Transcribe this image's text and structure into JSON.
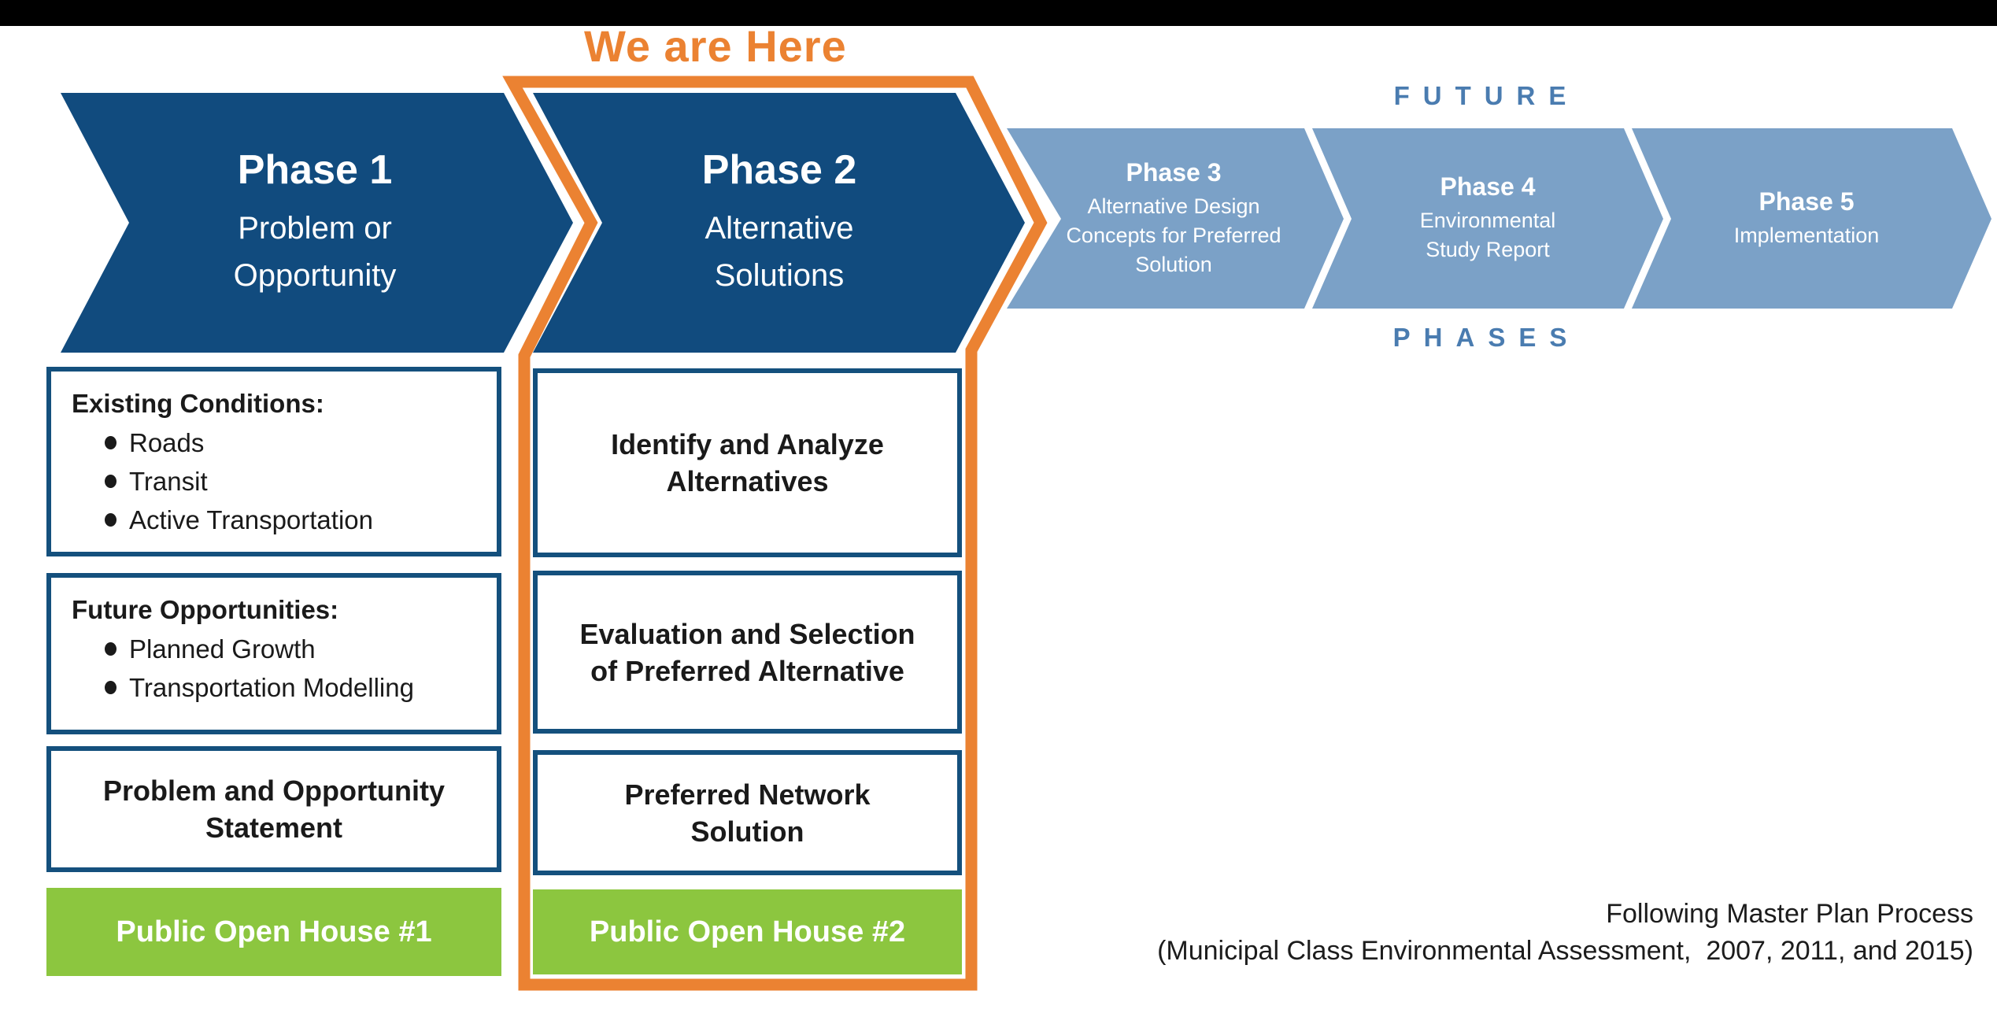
{
  "colors": {
    "top_bar": "#000000",
    "navy_phase": "#114B7E",
    "future_phase": "#7BA1C7",
    "highlight_orange": "#EB8232",
    "caption_blue": "#4A7CB0",
    "box_border_blue": "#14507D",
    "milestone_green": "#8CC63F"
  },
  "annotation": {
    "we_are_here": "We are Here"
  },
  "timeline": {
    "future_label": "FUTURE",
    "phases_label": "PHASES",
    "phases": [
      {
        "title": "Phase 1",
        "subtitle_lines": [
          "Problem or",
          "Opportunity"
        ],
        "status": "complete"
      },
      {
        "title": "Phase 2",
        "subtitle_lines": [
          "Alternative",
          "Solutions"
        ],
        "status": "current"
      },
      {
        "title": "Phase 3",
        "subtitle_lines": [
          "Alternative Design",
          "Concepts for Preferred",
          "Solution"
        ],
        "status": "future"
      },
      {
        "title": "Phase 4",
        "subtitle_lines": [
          "Environmental",
          "Study Report"
        ],
        "status": "future"
      },
      {
        "title": "Phase 5",
        "subtitle_lines": [
          "Implementation"
        ],
        "status": "future"
      }
    ]
  },
  "columns": {
    "phase1": {
      "boxes": [
        {
          "heading": "Existing Conditions:",
          "bullets": [
            "Roads",
            "Transit",
            "Active Transportation"
          ]
        },
        {
          "heading": "Future Opportunities:",
          "bullets": [
            "Planned Growth",
            "Transportation Modelling"
          ]
        },
        {
          "lines": [
            "Problem and Opportunity",
            "Statement"
          ]
        }
      ],
      "milestone": {
        "label": "Public Open House #1"
      }
    },
    "phase2": {
      "boxes": [
        {
          "lines": [
            "Identify and Analyze",
            "Alternatives"
          ]
        },
        {
          "lines": [
            "Evaluation and Selection",
            "of Preferred Alternative"
          ]
        },
        {
          "lines": [
            "Preferred Network",
            "Solution"
          ]
        }
      ],
      "milestone": {
        "label": "Public Open House #2"
      }
    }
  },
  "footnote": {
    "line1": "Following Master Plan Process",
    "line2": "(Municipal Class Environmental Assessment,  2007, 2011, and 2015)"
  }
}
